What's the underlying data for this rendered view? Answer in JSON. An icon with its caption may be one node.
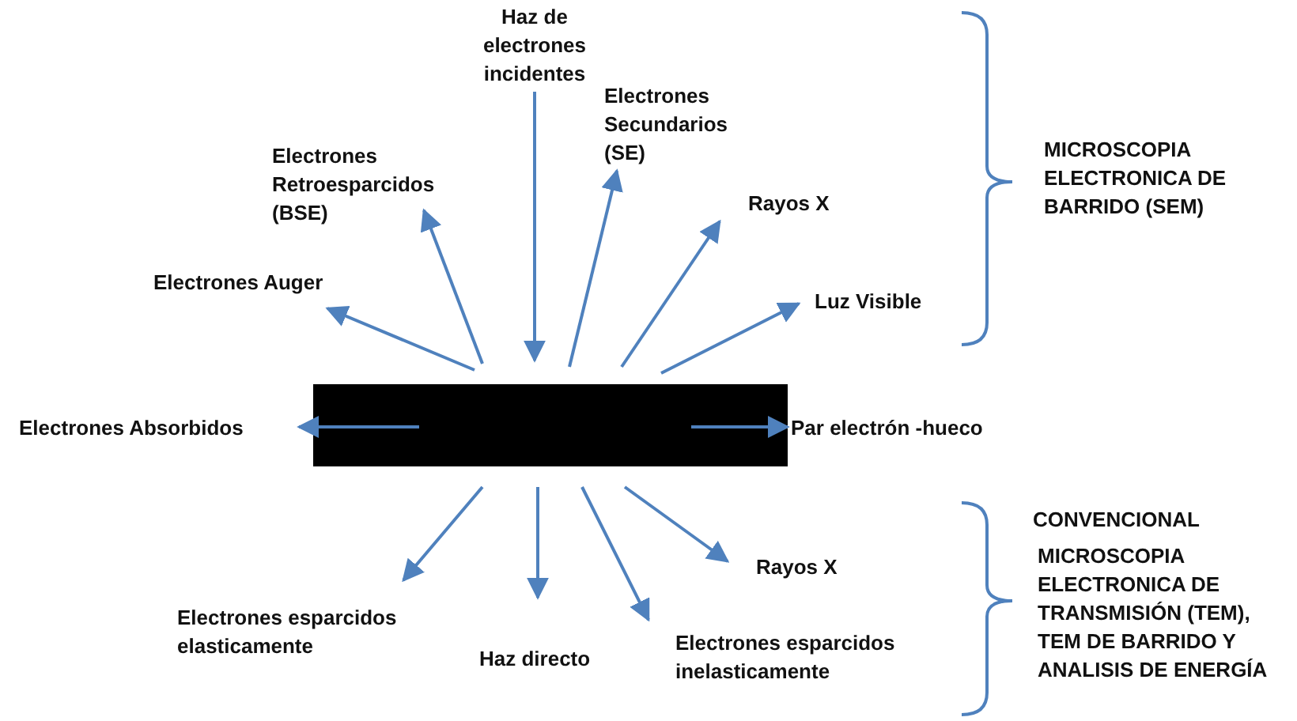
{
  "diagram": {
    "nodes": [
      {
        "text": [],
        "shape": "bar"
      },
      {
        "text": [
          "Haz de electrones incidentes"
        ]
      },
      {
        "text": [
          "Electrones Secundarios (SE)"
        ]
      },
      {
        "text": [
          "Electrones Retroesparcidos (BSE)"
        ]
      },
      {
        "text": [
          "Rayos X"
        ]
      },
      {
        "text": [
          "Electrones Auger"
        ]
      },
      {
        "text": [
          "Luz Visible"
        ]
      },
      {
        "text": [
          "Electrones Absorbidos"
        ]
      },
      {
        "text": [
          "Par electrón -hueco"
        ]
      },
      {
        "text": [
          "Electrones esparcidos elasticamente"
        ]
      },
      {
        "text": [
          "Haz directo"
        ]
      },
      {
        "text": [
          "Rayos X"
        ]
      },
      {
        "text": [
          "Electrones esparcidos inelasticamente"
        ]
      }
    ],
    "edges": [
      {
        "from": 1,
        "to": 0,
        "arrow": "to"
      },
      {
        "from": 0,
        "to": 2,
        "arrow": "to"
      },
      {
        "from": 0,
        "to": 3,
        "arrow": "to"
      },
      {
        "from": 0,
        "to": 4,
        "arrow": "to"
      },
      {
        "from": 0,
        "to": 5,
        "arrow": "to"
      },
      {
        "from": 0,
        "to": 6,
        "arrow": "to"
      },
      {
        "from": 0,
        "to": 7,
        "arrow": "to"
      },
      {
        "from": 0,
        "to": 8,
        "arrow": "to"
      },
      {
        "from": 0,
        "to": 9,
        "arrow": "to"
      },
      {
        "from": 0,
        "to": 10,
        "arrow": "to"
      },
      {
        "from": 0,
        "to": 11,
        "arrow": "to"
      },
      {
        "from": 0,
        "to": 12,
        "arrow": "to"
      }
    ],
    "labels": [
      "MICROSCOPIA ELECTRONICA DE BARRIDO (SEM)",
      "CONVENCIONAL",
      "MICROSCOPIA ELECTRONICA DE TRANSMISIÓN (TEM),  TEM DE BARRIDO Y ANALISIS DE ENERGÍA"
    ]
  }
}
